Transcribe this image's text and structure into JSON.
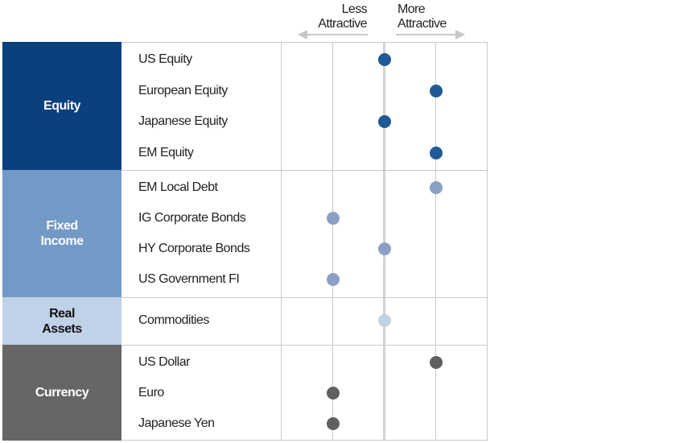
{
  "header": {
    "less": [
      "Less",
      "Attractive"
    ],
    "more": [
      "More",
      "Attractive"
    ]
  },
  "chart_data": {
    "type": "dot-scale",
    "scale": {
      "min": -2,
      "max": 2,
      "gridlines": [
        -1,
        0,
        1
      ]
    },
    "groups": [
      {
        "name": "Equity",
        "lines": [
          "Equity"
        ],
        "color": "#0b407f",
        "text_color": "#ffffff",
        "dot_color": "#1f5a96",
        "items": [
          {
            "label": "US Equity",
            "value": 0
          },
          {
            "label": "European Equity",
            "value": 1
          },
          {
            "label": "Japanese Equity",
            "value": 0
          },
          {
            "label": "EM Equity",
            "value": 1
          }
        ]
      },
      {
        "name": "Fixed Income",
        "lines": [
          "Fixed",
          "Income"
        ],
        "color": "#7399c6",
        "text_color": "#ffffff",
        "dot_color": "#8aa0c4",
        "items": [
          {
            "label": "EM Local Debt",
            "value": 1
          },
          {
            "label": "IG Corporate Bonds",
            "value": -1
          },
          {
            "label": "HY Corporate Bonds",
            "value": 0
          },
          {
            "label": "US Government FI",
            "value": -1
          }
        ]
      },
      {
        "name": "Real Assets",
        "lines": [
          "Real",
          "Assets"
        ],
        "color": "#c0d2e8",
        "text_color": "#111111",
        "dot_color": "#c4d3e3",
        "items": [
          {
            "label": "Commodities",
            "value": 0
          }
        ]
      },
      {
        "name": "Currency",
        "lines": [
          "Currency"
        ],
        "color": "#666666",
        "text_color": "#ffffff",
        "dot_color": "#606060",
        "items": [
          {
            "label": "US Dollar",
            "value": 1
          },
          {
            "label": "Euro",
            "value": -1
          },
          {
            "label": "Japanese Yen",
            "value": -1
          }
        ]
      }
    ]
  }
}
